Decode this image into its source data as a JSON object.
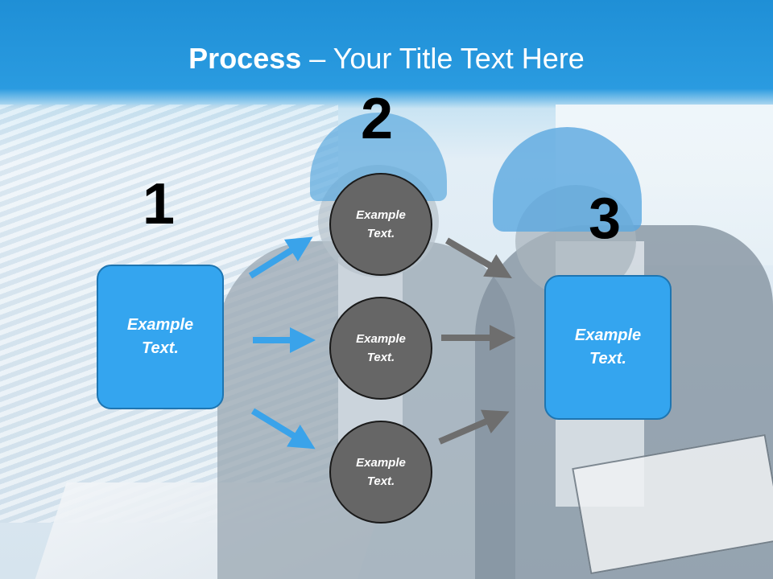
{
  "slide": {
    "title_bold": "Process",
    "title_rest": " – Your Title Text Here",
    "steps": [
      {
        "number": "1",
        "box": {
          "line1": "Example",
          "line2": "Text."
        }
      },
      {
        "number": "2",
        "circles": [
          {
            "line1": "Example",
            "line2": "Text."
          },
          {
            "line1": "Example",
            "line2": "Text."
          },
          {
            "line1": "Example",
            "line2": "Text."
          }
        ]
      },
      {
        "number": "3",
        "box": {
          "line1": "Example",
          "line2": "Text."
        }
      }
    ]
  },
  "colors": {
    "header_blue": "#1f8fd6",
    "box_blue": "#34a5ef",
    "arrow_blue": "#3aa3ea",
    "circle_gray": "#666666",
    "arrow_gray": "#6e6e6e"
  }
}
